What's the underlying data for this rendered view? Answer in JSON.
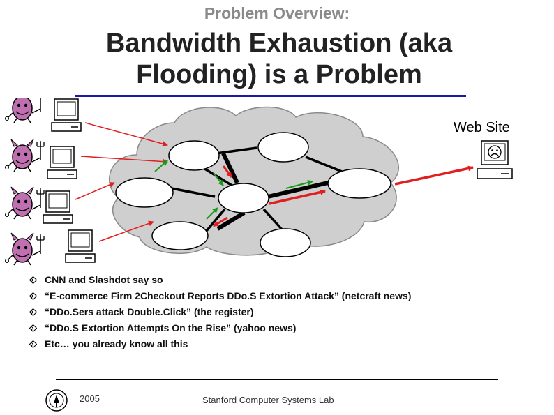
{
  "slide": {
    "kicker": "Problem Overview:",
    "title_line1": "Bandwidth Exhaustion (aka",
    "title_line2": "Flooding) is a Problem",
    "website_label": "Web Site"
  },
  "bullets": [
    "CNN and Slashdot say so",
    "“E-commerce Firm 2Checkout Reports DDo.S Extortion Attack” (netcraft news)",
    "“DDo.Sers attack Double.Click” (the register)",
    "“DDo.S Extortion Attempts On the Rise” (yahoo news)",
    "Etc… you already know all this"
  ],
  "footer": {
    "year": "2005",
    "lab": "Stanford Computer Systems Lab"
  },
  "icons": {
    "attacker": "devil-icon",
    "attacker_machine": "computer-icon",
    "victim_machine": "sad-computer-icon",
    "router": "router-ellipse",
    "bullet": "diamond-bullet-icon",
    "seal": "university-seal-icon"
  },
  "colors": {
    "devil": "#c06fb0",
    "attack_arrow": "#e02020",
    "normal_arrow": "#1a9a1a",
    "cloud": "#cfcfcf",
    "title_rule": "#1a1aa0"
  }
}
